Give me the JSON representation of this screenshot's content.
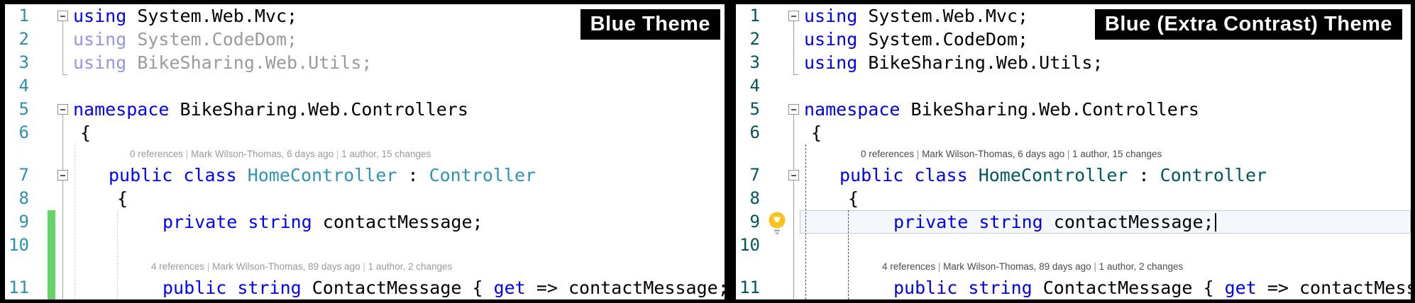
{
  "panels": [
    {
      "name": "blue-theme",
      "label": "Blue Theme",
      "features": {
        "caret": false,
        "changeBar": true,
        "lightbulb": false,
        "currentLine": false
      },
      "colors": {
        "lineNumber": "#2B91AF",
        "keyword": "#0000FE",
        "text": "#000000",
        "type": "#2E95B2",
        "dimKeyword": "#9495E8",
        "dimText": "#9B9B9B",
        "lens": "#9A9A9A",
        "indentGuide": "#D2D2D2",
        "outline": "#A6A6A6",
        "changeBar": "#67D467",
        "currentLineBorder": "transparent",
        "currentLineBg": "transparent"
      }
    },
    {
      "name": "blue-extra-contrast-theme",
      "label": "Blue (Extra Contrast) Theme",
      "features": {
        "caret": true,
        "changeBar": false,
        "lightbulb": true,
        "currentLine": true
      },
      "colors": {
        "lineNumber": "#00585C",
        "keyword": "#0000E8",
        "text": "#000000",
        "type": "#00585C",
        "dimKeyword": "#0000E8",
        "dimText": "#000000",
        "lens": "#4A4A4A",
        "indentGuide": "#4F4F4F",
        "outline": "#9A9A9A",
        "changeBar": "transparent",
        "currentLineBorder": "#C7CDD6",
        "currentLineBg": "#F4F7FB"
      }
    }
  ],
  "editor": {
    "rows": [
      {
        "kind": "code",
        "num": "1",
        "fold": true,
        "indent": 0,
        "segments": [
          [
            "kw",
            "using"
          ],
          [
            "txt",
            " System.Web.Mvc;"
          ]
        ]
      },
      {
        "kind": "code",
        "num": "2",
        "indent": 0,
        "segments": [
          [
            "dimkw",
            "using"
          ],
          [
            "dimtxt",
            " System.CodeDom;"
          ]
        ]
      },
      {
        "kind": "code",
        "num": "3",
        "indent": 0,
        "segments": [
          [
            "dimkw",
            "using"
          ],
          [
            "dimtxt",
            " BikeSharing.Web.Utils;"
          ]
        ]
      },
      {
        "kind": "code",
        "num": "4",
        "indent": 0,
        "segments": []
      },
      {
        "kind": "code",
        "num": "5",
        "fold": true,
        "indent": 0,
        "segments": [
          [
            "kw",
            "namespace"
          ],
          [
            "txt",
            " BikeSharing.Web.Controllers"
          ]
        ]
      },
      {
        "kind": "code",
        "num": "6",
        "indent": 10,
        "segments": [
          [
            "txt",
            "{"
          ]
        ]
      },
      {
        "kind": "lens",
        "indent": 80,
        "parts": [
          "0 references",
          "Mark Wilson-Thomas, 6 days ago",
          "1 author, 15 changes"
        ]
      },
      {
        "kind": "code",
        "num": "7",
        "fold": true,
        "indent": 50,
        "segments": [
          [
            "kw",
            "public"
          ],
          [
            "txt",
            " "
          ],
          [
            "kw",
            "class"
          ],
          [
            "txt",
            " "
          ],
          [
            "type",
            "HomeController"
          ],
          [
            "txt",
            " : "
          ],
          [
            "type",
            "Controller"
          ]
        ]
      },
      {
        "kind": "code",
        "num": "8",
        "indent": 62,
        "segments": [
          [
            "txt",
            "{"
          ]
        ]
      },
      {
        "kind": "code",
        "num": "9",
        "indent": 126,
        "caret": true,
        "segments": [
          [
            "kw",
            "private"
          ],
          [
            "txt",
            " "
          ],
          [
            "kw",
            "string"
          ],
          [
            "txt",
            " contactMessage;"
          ]
        ]
      },
      {
        "kind": "code",
        "num": "10",
        "indent": 126,
        "segments": []
      },
      {
        "kind": "lens",
        "indent": 110,
        "parts": [
          "4 references",
          "Mark Wilson-Thomas, 89 days ago",
          "1 author, 2 changes"
        ]
      },
      {
        "kind": "code",
        "num": "11",
        "indent": 126,
        "segments": [
          [
            "kw",
            "public"
          ],
          [
            "txt",
            " "
          ],
          [
            "kw",
            "string"
          ],
          [
            "txt",
            " ContactMessage { "
          ],
          [
            "kw",
            "get"
          ],
          [
            "txt",
            " => contactMessage; "
          ]
        ]
      }
    ]
  }
}
